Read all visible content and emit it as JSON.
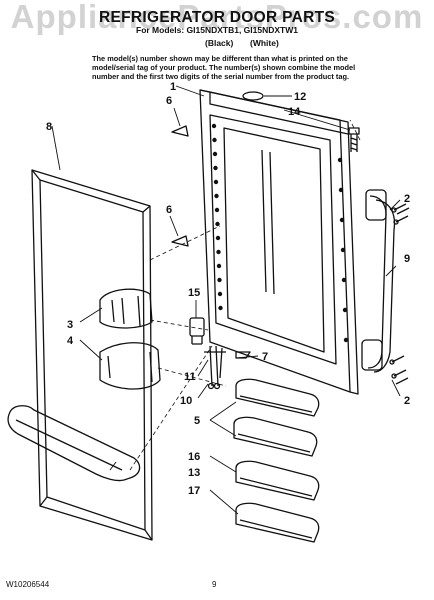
{
  "watermark": "AppliancePartsPros.com",
  "title": "REFRIGERATOR DOOR PARTS",
  "models_line": "For Models: GI15NDXTB1, GI15NDXTW1",
  "color_black": "(Black)",
  "color_white": "(White)",
  "note": "The model(s) number shown may be different than what is printed on the model/serial tag of your product. The number(s) shown combine the model number and the first two digits of the serial number from the product tag.",
  "part_labels": [
    "1",
    "2",
    "2",
    "3",
    "4",
    "5",
    "6",
    "6",
    "7",
    "8",
    "9",
    "10",
    "11",
    "12",
    "13",
    "14",
    "15",
    "16",
    "17"
  ],
  "footer_id": "W10206544",
  "page_number": "9"
}
